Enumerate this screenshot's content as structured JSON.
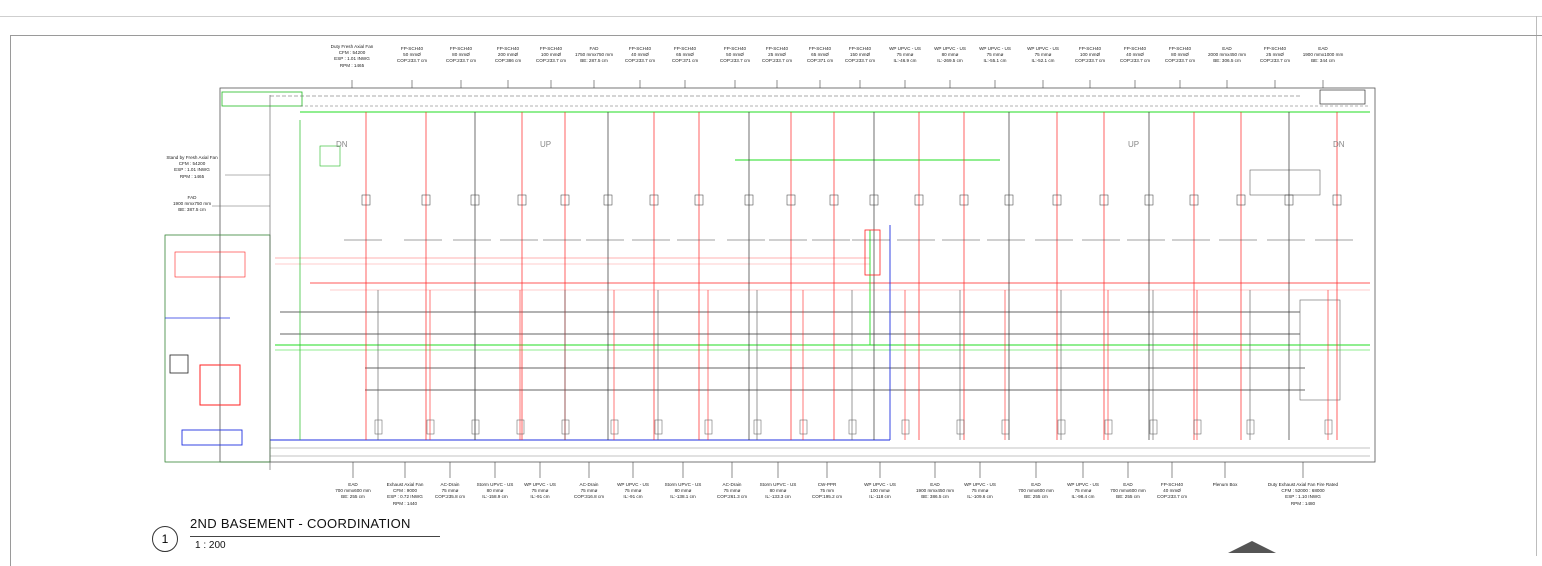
{
  "drawing": {
    "title": "2ND BASEMENT - COORDINATION",
    "scale": "1 : 200",
    "view_number": "1",
    "stair_labels": [
      "DN",
      "UP",
      "UP",
      "DN"
    ]
  },
  "colors": {
    "fire_pipe": "#ff2020",
    "ventilation": "#22dd22",
    "water": "#2030e0",
    "structure": "#333333"
  },
  "top_labels": [
    {
      "lines": [
        "Duty Fresh Axial Fan",
        "CFM : 54200",
        "ESP : 1.01 INWG",
        "RPM : 1465"
      ]
    },
    {
      "lines": [
        "FP-SCH40",
        "50 mmØ",
        "COP:233.7 cm"
      ]
    },
    {
      "lines": [
        "FP-SCH40",
        "80 mmØ",
        "COP:233.7 cm"
      ]
    },
    {
      "lines": [
        "FP-SCH40",
        "200 mmØ",
        "COP:386 cm"
      ]
    },
    {
      "lines": [
        "FP-SCH40",
        "100 mmØ",
        "COP:233.7 cm"
      ]
    },
    {
      "lines": [
        "FAD",
        "1750 mmx750 mm",
        "BE: 287.5 cm"
      ]
    },
    {
      "lines": [
        "FP-SCH40",
        "40 mmØ",
        "COP:233.7 cm"
      ]
    },
    {
      "lines": [
        "FP-SCH40",
        "65 mmØ",
        "COP:371 cm"
      ]
    },
    {
      "lines": [
        "FP-SCH40",
        "50 mmØ",
        "COP:233.7 cm"
      ]
    },
    {
      "lines": [
        "FP-SCH40",
        "25 mmØ",
        "COP:233.7 cm"
      ]
    },
    {
      "lines": [
        "FP-SCH40",
        "65 mmØ",
        "COP:371 cm"
      ]
    },
    {
      "lines": [
        "FP-SCH40",
        "150 mmØ",
        "COP:233.7 cm"
      ]
    },
    {
      "lines": [
        "WP UPVC - US",
        "75 mmø",
        "IL:-46.9 cm"
      ]
    },
    {
      "lines": [
        "WP UPVC - US",
        "80 mmø",
        "IL:-269.5 cm"
      ]
    },
    {
      "lines": [
        "WP UPVC - US",
        "75 mmø",
        "IL:-55.1 cm"
      ]
    },
    {
      "lines": [
        "WP UPVC - US",
        "75 mmø",
        "IL:-52.1 cm"
      ]
    },
    {
      "lines": [
        "FP-SCH40",
        "100 mmØ",
        "COP:233.7 cm"
      ]
    },
    {
      "lines": [
        "FP-SCH40",
        "40 mmØ",
        "COP:233.7 cm"
      ]
    },
    {
      "lines": [
        "FP-SCH40",
        "80 mmØ",
        "COP:233.7 cm"
      ]
    },
    {
      "lines": [
        "EAD",
        "2000 mmx450 mm",
        "BE: 306.5 cm"
      ]
    },
    {
      "lines": [
        "FP-SCH40",
        "25 mmØ",
        "COP:233.7 cm"
      ]
    },
    {
      "lines": [
        "EAD",
        "1900 mmx1000 mm",
        "BE: 344 cm"
      ]
    }
  ],
  "left_labels": [
    {
      "lines": [
        "Stand by Fresh Axial Fan",
        "CFM : 54200",
        "ESP : 1.01 INWG",
        "RPM : 1465"
      ]
    },
    {
      "lines": [
        "FAD",
        "1900 mmx750 mm",
        "BE: 387.5 cm"
      ]
    }
  ],
  "bottom_labels": [
    {
      "lines": [
        "EAD",
        "700 mmx600 mm",
        "BE: 255 cm"
      ]
    },
    {
      "lines": [
        "Exhaust Axial Fan",
        "CFM : 9000",
        "ESP : 0.72 INWG",
        "RPM : 1440"
      ]
    },
    {
      "lines": [
        "AC-Drain",
        "75 mmø",
        "COP:235.8 cm"
      ]
    },
    {
      "lines": [
        "Storm UPVC - US",
        "80 mmø",
        "IL:-158.9 cm"
      ]
    },
    {
      "lines": [
        "WP UPVC - US",
        "75 mmø",
        "IL:-91 cm"
      ]
    },
    {
      "lines": [
        "AC-Drain",
        "75 mmø",
        "COP:316.8 cm"
      ]
    },
    {
      "lines": [
        "WP UPVC - US",
        "75 mmø",
        "IL:-91 cm"
      ]
    },
    {
      "lines": [
        "Storm UPVC - US",
        "80 mmø",
        "IL:-138.1 cm"
      ]
    },
    {
      "lines": [
        "AC-Drain",
        "75 mmø",
        "COP:261.3 cm"
      ]
    },
    {
      "lines": [
        "Storm UPVC - US",
        "80 mmø",
        "IL:-133.3 cm"
      ]
    },
    {
      "lines": [
        "CW-PPR",
        "75 mm",
        "COP:195.2 cm"
      ]
    },
    {
      "lines": [
        "WP UPVC - US",
        "100 mmø",
        "IL:-118 cm"
      ]
    },
    {
      "lines": [
        "EAD",
        "1900 mmx450 mm",
        "BE: 386.5 cm"
      ]
    },
    {
      "lines": [
        "WP UPVC - US",
        "75 mmø",
        "IL:-109.6 cm"
      ]
    },
    {
      "lines": [
        "EAD",
        "700 mmx600 mm",
        "BE: 255 cm"
      ]
    },
    {
      "lines": [
        "WP UPVC - US",
        "75 mmø",
        "IL:-98.4 cm"
      ]
    },
    {
      "lines": [
        "EAD",
        "700 mmx600 mm",
        "BE: 255 cm"
      ]
    },
    {
      "lines": [
        "FP-SCH40",
        "40 mmØ",
        "COP:233.7 cm"
      ]
    },
    {
      "lines": [
        "Plenum Box"
      ]
    },
    {
      "lines": [
        "Duty Exhaust Axial Fan Fire Rated",
        "CFM : 52000 : 68000",
        "ESP : 1.10 INWG",
        "RPM : 1480"
      ]
    }
  ]
}
